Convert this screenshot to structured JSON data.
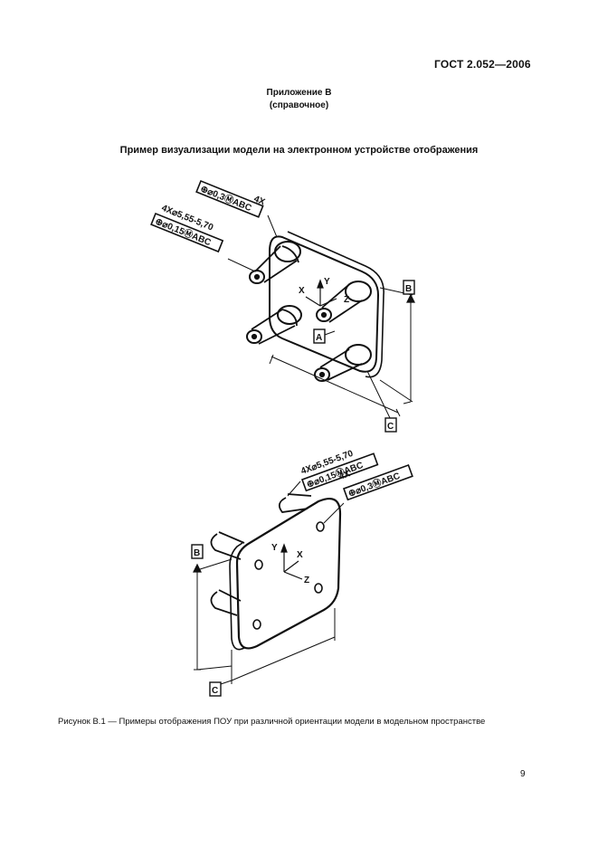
{
  "header": {
    "standard": "ГОСТ 2.052—2006"
  },
  "annex": {
    "title": "Приложение В",
    "note": "(справочное)"
  },
  "heading": "Пример визуализации модели на электронном устройстве отображения",
  "caption": "Рисунок В.1 — Примеры отображения ПОУ при различной ориентации модели в модельном пространстве",
  "page_number": "9",
  "figure_top": {
    "count": "4X",
    "hole_label": "4X⌀5,55-5,70",
    "frame_pos": "⊕⌀0,3ⓂABC",
    "frame_perp": "⊕⌀0,15ⓂABC",
    "axes": {
      "x": "X",
      "y": "Y",
      "z": "Z"
    },
    "datums": {
      "a": "A",
      "b": "B",
      "c": "C"
    }
  },
  "figure_bottom": {
    "hole_label": "4X⌀5,55-5,70",
    "frame_perp": "⊕⌀0,15ⓂABC",
    "count": "4X",
    "frame_pos": "⊕⌀0,3ⓂABC",
    "axes": {
      "x": "X",
      "y": "Y",
      "z": "Z"
    },
    "datums": {
      "b": "B",
      "c": "C"
    }
  }
}
